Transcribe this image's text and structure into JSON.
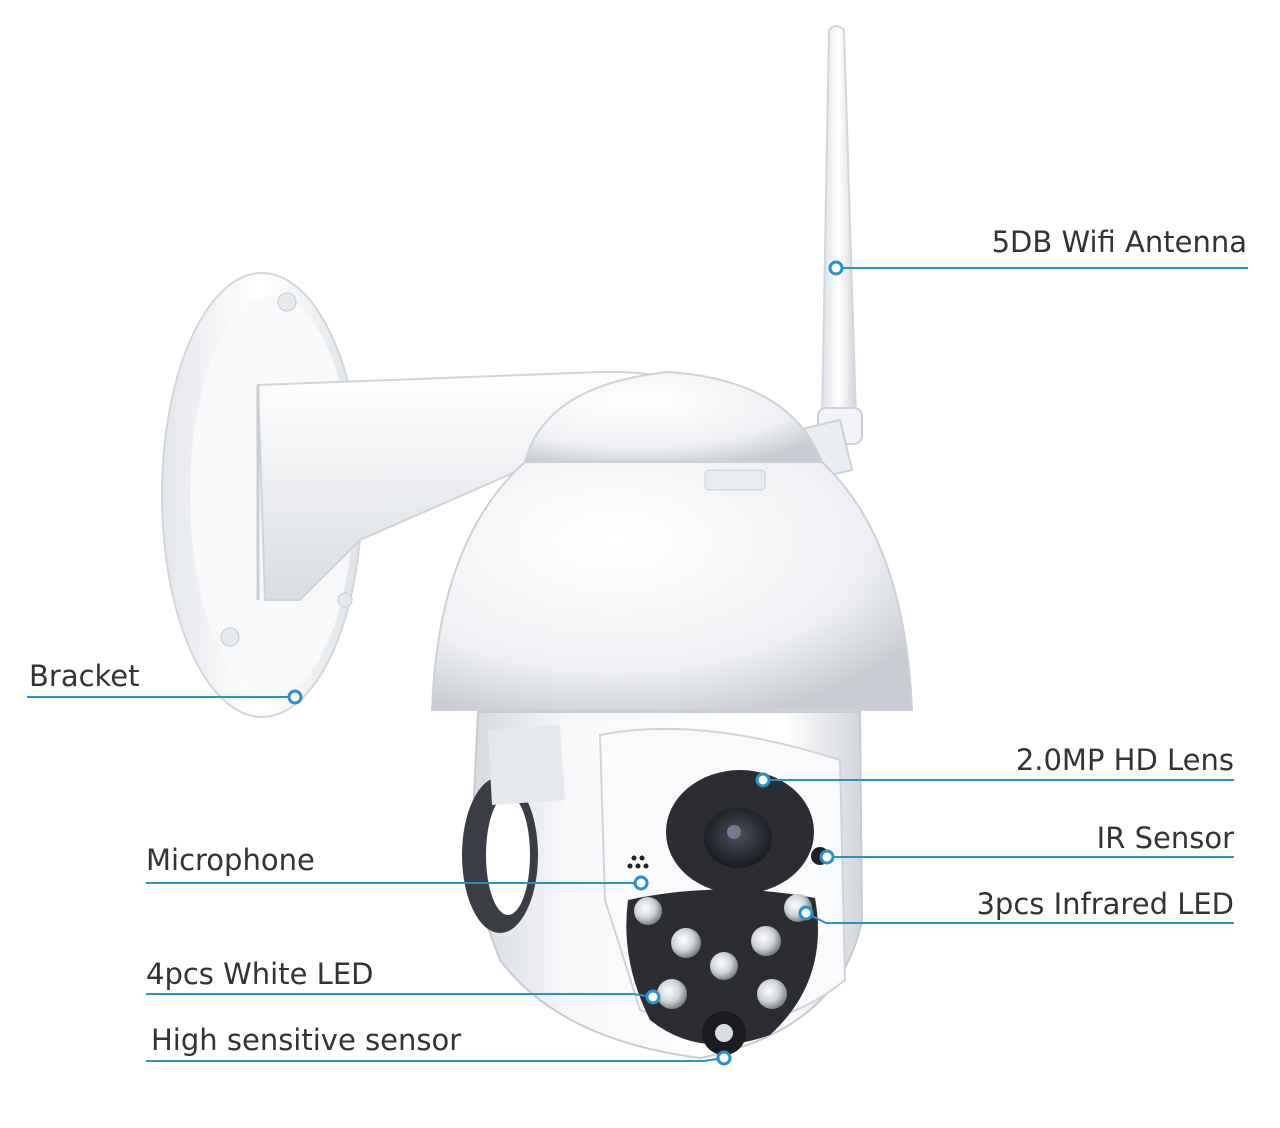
{
  "colors": {
    "callout": "#2a91c9",
    "label_text": "#333333",
    "device_body": "#f7f8fa",
    "device_shadow": "#c9cdd3",
    "led_ring": "#2b2d33"
  },
  "callouts": [
    {
      "id": "antenna",
      "text": "5DB Wifi Antenna",
      "icon": "antenna"
    },
    {
      "id": "bracket",
      "text": "Bracket",
      "icon": "wall-bracket"
    },
    {
      "id": "lens",
      "text": "2.0MP HD Lens",
      "icon": "camera-lens"
    },
    {
      "id": "ir-sensor",
      "text": "IR Sensor",
      "icon": "ir-sensor"
    },
    {
      "id": "microphone",
      "text": "Microphone",
      "icon": "microphone-holes"
    },
    {
      "id": "infrared-led",
      "text": "3pcs Infrared LED",
      "icon": "infrared-led"
    },
    {
      "id": "white-led",
      "text": "4pcs White LED",
      "icon": "white-led"
    },
    {
      "id": "light-sensor",
      "text": "High sensitive sensor",
      "icon": "light-sensor"
    }
  ]
}
